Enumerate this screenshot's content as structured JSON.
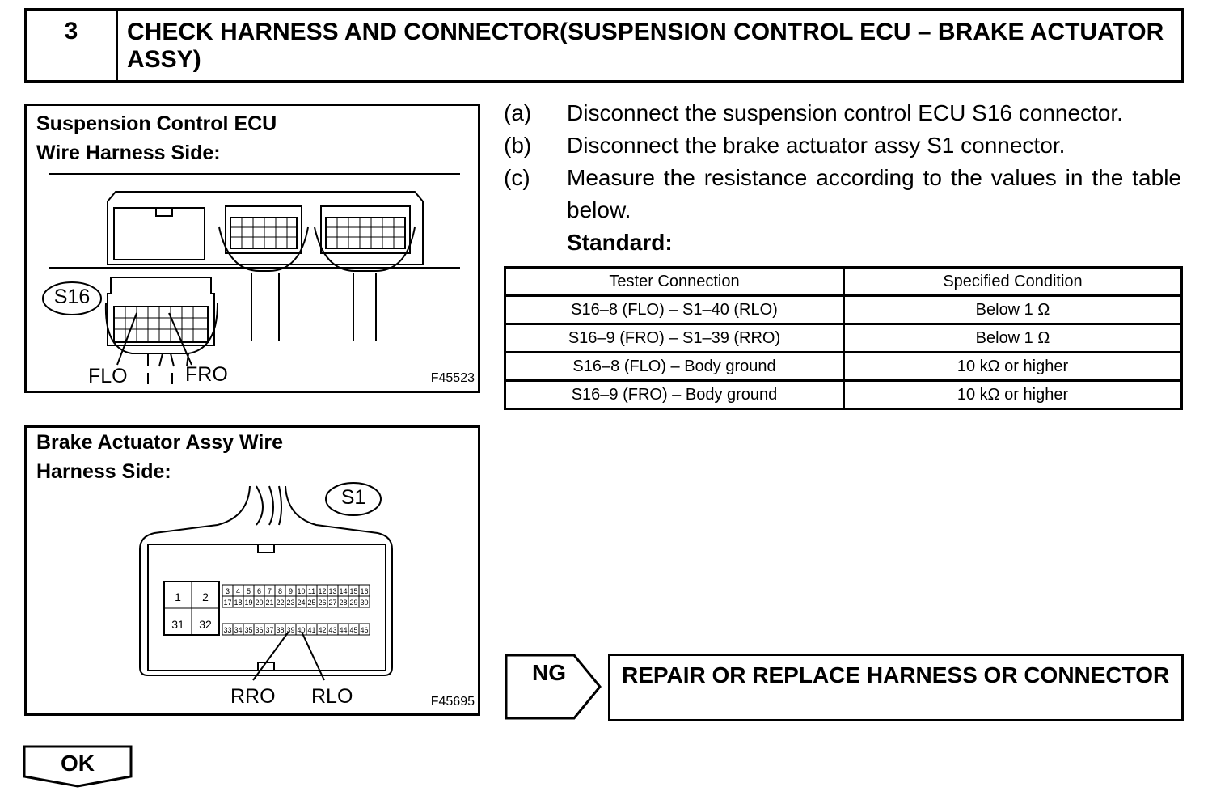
{
  "header": {
    "step_number": "3",
    "title": "CHECK HARNESS AND CONNECTOR(SUSPENSION CONTROL ECU – BRAKE ACTUATOR ASSY)"
  },
  "figure1": {
    "title_line1": "Suspension  Control ECU",
    "title_line2": "Wire Harness Side:",
    "connector_label": "S16",
    "pin_label_left": "FLO",
    "pin_label_right": "FRO",
    "code": "F45523"
  },
  "figure2": {
    "title_line1": "Brake Actuator Assy Wire",
    "title_line2": "Harness Side:",
    "connector_label": "S1",
    "big_pins": [
      "1",
      "2",
      "31",
      "32"
    ],
    "row1_pins": [
      "3",
      "4",
      "5",
      "6",
      "7",
      "8",
      "9",
      "10",
      "11",
      "12",
      "13",
      "14",
      "15",
      "16"
    ],
    "row2_pins": [
      "17",
      "18",
      "19",
      "20",
      "21",
      "22",
      "23",
      "24",
      "25",
      "26",
      "27",
      "28",
      "29",
      "30"
    ],
    "row3_pins": [
      "33",
      "34",
      "35",
      "36",
      "37",
      "38",
      "39",
      "40",
      "41",
      "42",
      "43",
      "44",
      "45",
      "46"
    ],
    "pin_label_left": "RRO",
    "pin_label_right": "RLO",
    "code": "F45695"
  },
  "steps": [
    {
      "letter": "(a)",
      "text": "Disconnect the suspension control ECU S16 connector."
    },
    {
      "letter": "(b)",
      "text": "Disconnect the brake actuator assy S1 connector."
    },
    {
      "letter": "(c)",
      "text": "Measure the resistance according to the values in the table below."
    }
  ],
  "standard_label": "Standard:",
  "table": {
    "headers": [
      "Tester Connection",
      "Specified Condition"
    ],
    "rows": [
      [
        "S16–8 (FLO) – S1–40 (RLO)",
        "Below 1 Ω"
      ],
      [
        "S16–9 (FRO) – S1–39 (RRO)",
        "Below 1 Ω"
      ],
      [
        "S16–8 (FLO) – Body ground",
        "10 kΩ or higher"
      ],
      [
        "S16–9 (FRO) – Body ground",
        "10 kΩ or higher"
      ]
    ]
  },
  "ng": {
    "label": "NG",
    "action": "REPAIR OR REPLACE HARNESS OR CONNECTOR"
  },
  "ok": {
    "label": "OK"
  }
}
